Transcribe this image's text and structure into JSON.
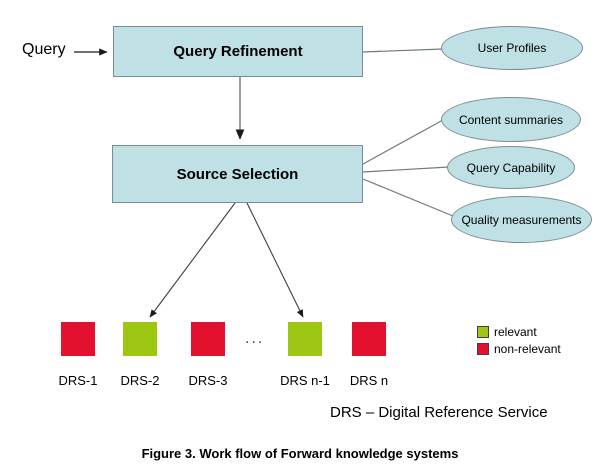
{
  "palette": {
    "shape_fill": "#bfe0e4",
    "shape_border": "#7a8e91",
    "relevant_fill": "#9dc712",
    "relevant_border": "#5f7d10",
    "non_relevant_fill": "#e4102f",
    "non_relevant_border": "#b50d26"
  },
  "flow": {
    "query_label": "Query",
    "query_refinement": "Query Refinement",
    "source_selection": "Source Selection",
    "user_profiles": "User Profiles",
    "content_summaries": "Content summaries",
    "query_capability": "Query Capability",
    "quality_measurements": "Quality measurements"
  },
  "drs": {
    "ellipsis": "...",
    "nodes": [
      {
        "label": "DRS-1",
        "status": "non-relevant",
        "fill": "#e4102f",
        "border": "#b50d26"
      },
      {
        "label": "DRS-2",
        "status": "relevant",
        "fill": "#9dc712",
        "border": "#5f7d10"
      },
      {
        "label": "DRS-3",
        "status": "non-relevant",
        "fill": "#e4102f",
        "border": "#b50d26"
      },
      {
        "label": "DRS n-1",
        "status": "relevant",
        "fill": "#9dc712",
        "border": "#5f7d10"
      },
      {
        "label": "DRS n",
        "status": "non-relevant",
        "fill": "#e4102f",
        "border": "#b50d26"
      }
    ]
  },
  "legend": {
    "relevant_label": "relevant",
    "non_relevant_label": "non-relevant",
    "relevant_color": "#9dc712",
    "non_relevant_color": "#e4102f"
  },
  "footer": {
    "abbreviation": "DRS – Digital Reference Service",
    "caption": "Figure 3. Work flow of Forward knowledge systems"
  }
}
